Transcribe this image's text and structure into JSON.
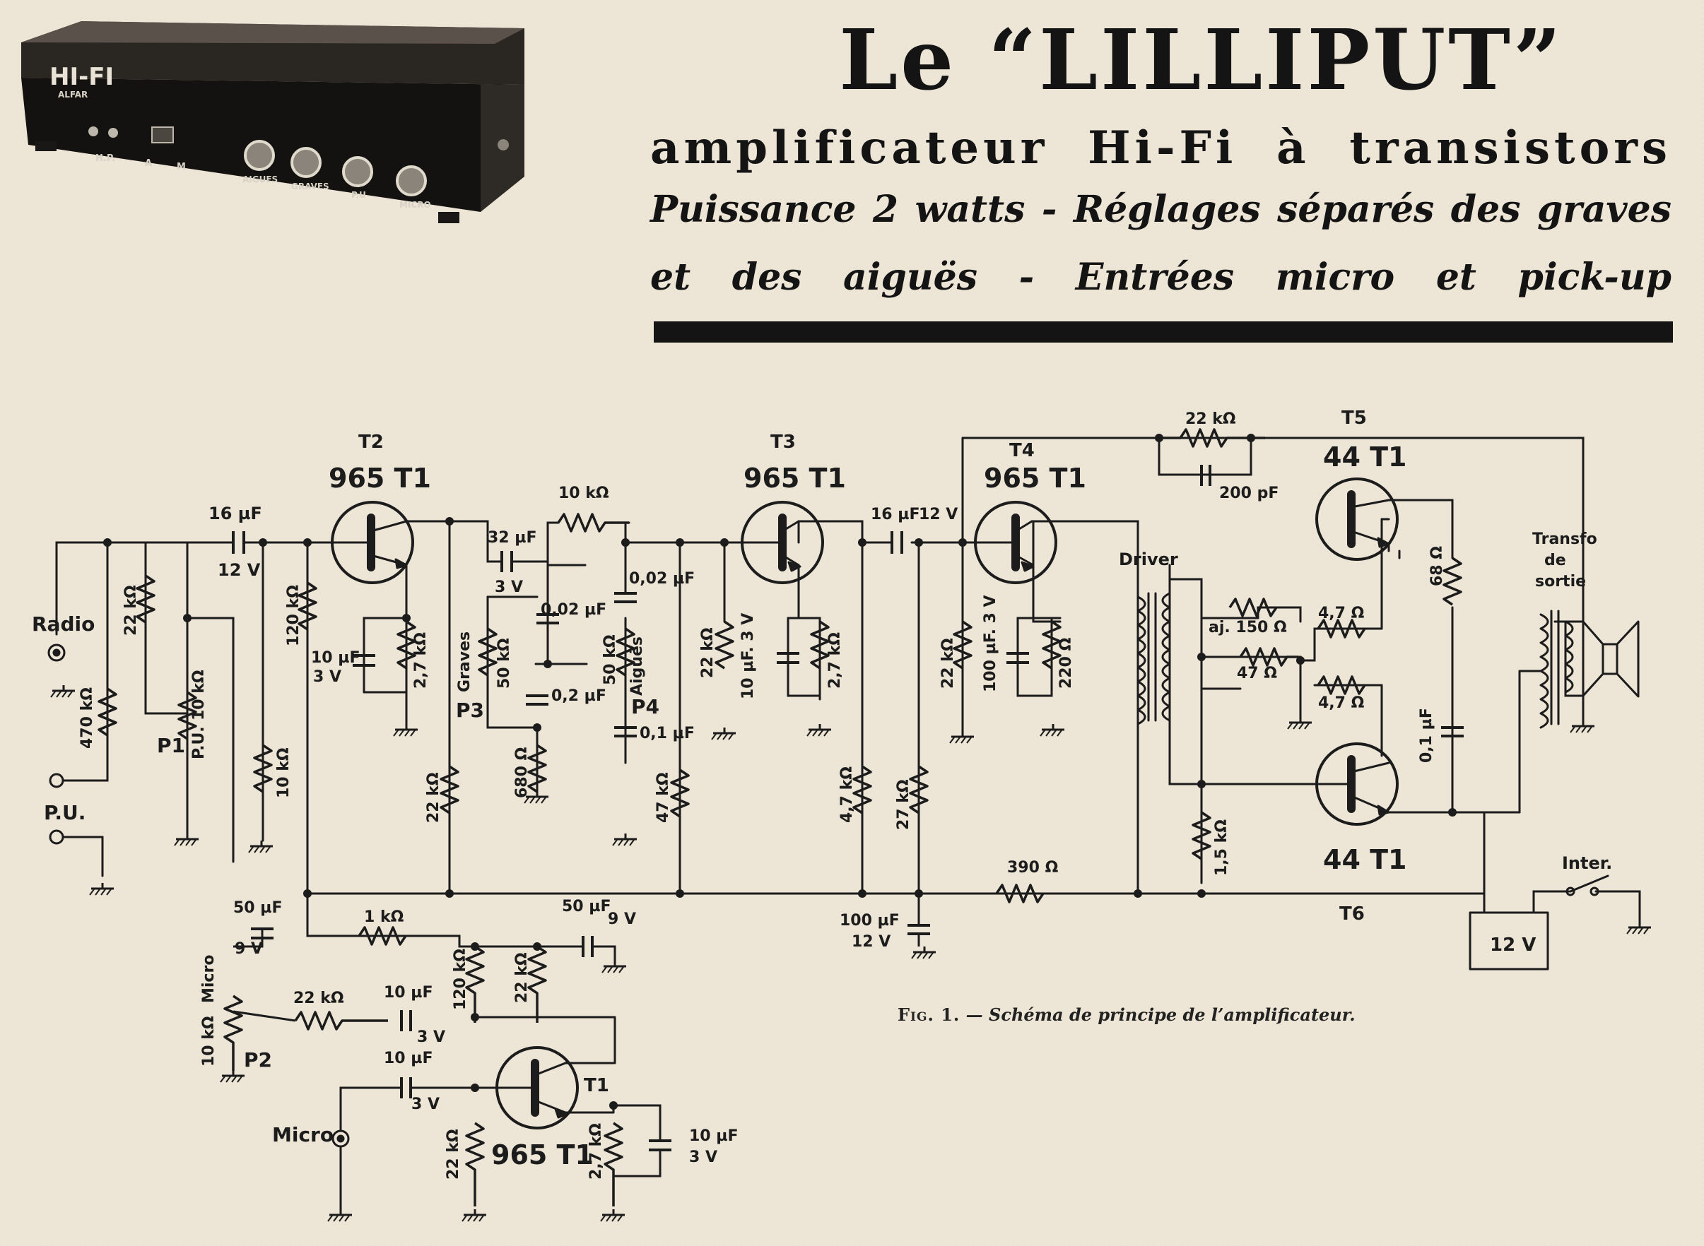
{
  "title": "Le “LILLIPUT”",
  "subtitle": "amplificateur Hi-Fi à transistors",
  "tagline_1": "Puissance 2 watts - Réglages séparés des graves",
  "tagline_2": "et des aiguës - Entrées micro et pick-up",
  "caption_fig": "Fig. 1.",
  "caption_text": "— Schéma de principe de l’amplificateur.",
  "device_photo": {
    "brand": "HI-FI",
    "maker": "ALFAR",
    "labels": [
      "H.P.",
      "A",
      "M",
      "AIGUES",
      "GRAVES",
      "P.U",
      "MICRO"
    ]
  },
  "schematic": {
    "inputs": {
      "radio": "Radio",
      "pu": "P.U.",
      "micro": "Micro"
    },
    "transistors": [
      {
        "ref": "T2",
        "type": "965 T1"
      },
      {
        "ref": "T3",
        "type": "965 T1"
      },
      {
        "ref": "T4",
        "type": "965 T1"
      },
      {
        "ref": "T5",
        "type": "44 T1"
      },
      {
        "ref": "T6",
        "type": "44 T1"
      },
      {
        "ref": "T1",
        "type": "965 T1"
      }
    ],
    "pots": [
      {
        "ref": "P1",
        "name": "P.U.",
        "value": "10 kΩ"
      },
      {
        "ref": "P2",
        "name": "Micro",
        "value": "10 kΩ"
      },
      {
        "ref": "P3",
        "name": "Graves",
        "value": "50 kΩ"
      },
      {
        "ref": "P4",
        "name": "Aiguës",
        "value": "50 kΩ"
      }
    ],
    "labels": {
      "r22k_in": "22 kΩ",
      "r470k": "470 kΩ",
      "c16uf_in": "16 µF",
      "v12_in": "12 V",
      "r120k": "120 kΩ",
      "r10k_base": "10 kΩ",
      "c10uf_t2": "10 µF",
      "v3_t2": "3 V",
      "r27k_t2": "2,7 kΩ",
      "r22k_t2c": "22 kΩ",
      "c32uf": "32 µF",
      "v3_32": "3 V",
      "r10k_tone": "10 kΩ",
      "c002_a": "0,02 µF",
      "c002_b": "0,02 µF",
      "c02": "0,2 µF",
      "c01": "0,1 µF",
      "r680": "680 Ω",
      "r47k": "47 kΩ",
      "r22k_t3": "22 kΩ",
      "c10uf_t3": "10 µF. 3 V",
      "r27k_t3": "2,7 kΩ",
      "c16uf_t4": "16 µF",
      "v12_t4": "12 V",
      "r47k_t3c": "4,7 kΩ",
      "r27k_t4": "27 kΩ",
      "c100uf_12v": "100 µF",
      "v12_100": "12 V",
      "r22k_t4": "22 kΩ",
      "c100uf_t4": "100 µF. 3 V",
      "r220": "220 Ω",
      "r22k_fb": "22 kΩ",
      "c200pf": "200 pF",
      "driver": "Driver",
      "aj150": "aj. 150 Ω",
      "r47_a": "4,7 Ω",
      "r47_b": "47 Ω",
      "r47_c": "4,7 Ω",
      "r15k": "1,5 kΩ",
      "r68": "68 Ω",
      "c01_out": "0,1 µF",
      "transfo_1": "Transfo",
      "transfo_2": "de",
      "transfo_3": "sortie",
      "r390": "390 Ω",
      "inter": "Inter.",
      "battery": "12 V",
      "c50uf_a": "50 µF",
      "v9_a": "9 V",
      "r1k": "1 kΩ",
      "c50uf_b": "50 µF",
      "v9_b": "9 V",
      "r120k_t1": "120 kΩ",
      "r22k_t1c": "22 kΩ",
      "r22k_p2": "22 kΩ",
      "c10uf_p2": "10 µF",
      "v3_p2": "3 V",
      "c10uf_mic": "10 µF",
      "v3_mic": "3 V",
      "r22k_t1e": "22 kΩ",
      "r27k_t1": "2,7 kΩ",
      "c10uf_t1": "10 µF",
      "v3_t1": "3 V"
    }
  }
}
